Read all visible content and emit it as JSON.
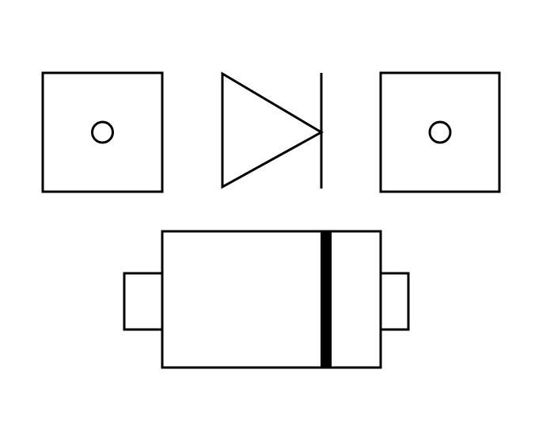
{
  "diagram": {
    "stroke_color": "#000000",
    "fill_color": "#ffffff",
    "cathode_band_color": "#000000",
    "components": [
      {
        "id": "anode-pad",
        "kind": "solder-pad-with-via"
      },
      {
        "id": "diode-symbol",
        "kind": "diode-schematic-symbol"
      },
      {
        "id": "cathode-pad",
        "kind": "solder-pad-with-via"
      },
      {
        "id": "diode-package",
        "kind": "smd-diode-package-with-cathode-band"
      }
    ]
  }
}
